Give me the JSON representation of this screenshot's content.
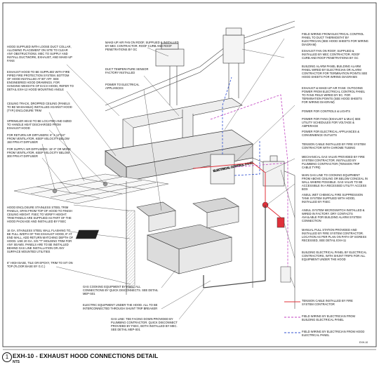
{
  "left_notes": [
    "HOOD SUPPLIED WITH LOOSE DUCT COLLAR, ALLOWING PLACEMENT ON SITE TO CLEAR ANY OBSTRUCTIONS. MEC TO SUPPLY AND INSTALL DUCTWORK, EXHAUST, AND MAKE-UP FANS",
    "EXHAUST HOOD TO BE SUPPLIED WITH FIRE PIPED FIRE PROTECTION SYSTEM. BOTTOM OF HOOD INSTALLED AT 80\" AFF. SEE ENGINEERED HOOD DRAWINGS. FOR HANGING WEIGHTS OF EACH HOOD, REFER TO DETAIL EXH-12 HOOD MOUNTING ANGLE",
    "CEILING TRACK, DROPPED CEILING (PANELS TO BE WASHABLE) INSTALLED AGAINST HOOD (TYP.) ENCLOSURE TRIM",
    "SPRINKLER HEAD TO BE LOCATED AND SIZED TO HANDLE HEAT DISCHARGED FROM EXHAUST HOOD",
    "FOR RETURN AIR DIFFUSERS: 6\" X 12\"/24\" FROM VENTILATOR, KEEP VELOCITY BELOW 150 FPM AT DIFFUSER",
    "FOR SUPPLY AIR DIFFUSERS: 15'-0\" OR MORE FROM VENTILATOR, KEEP VELOCITY BELOW 300 FPM AT DIFFUSER",
    "HOOD ENCLOSURE STAINLESS STEEL TRIM PANELS, SPAN FROM TOP OF HOOD TO FINISH CEILING HEIGHT. FSEC TO VERIFY HEIGHT. TRIM PANELS ARE SUPPLIED AS PART OF THE HOOD PACKAGE AND INSTALLED BY FSEC",
    "16 GA. STAINLESS STEEL WALL FLASHING TO BE FULL WIDTH OF THE EXHAUST HOOD, IF AT END WALL, ADD RETURN MATCHING DEPTH OF HOOD. USE 20 GA. S/S \"T\" MOLDING TRIM FOR ANY SEAMS. PANELS ARE TO BE INSTALLED BEHIND GAS LINE INSTALLATION OR ANY SURFACE MOUNTED UTILITIES",
    "6\" HIGH BASE, TILE OR EPOXY, TRIM TO SIT ON TOP (FLOOR BASE BY G.C.)"
  ],
  "top_notes": [
    "MAKE-UP AIR FAN ON ROOF, SUPPLIED & INSTALLED BY MEC CONTRACTOR. ROOF CURB AND ROOF PENETRATIONS BY GC",
    "DUCT TEMPERATURE SENSOR FACTORY INSTALLED",
    "POWER TO ELECTRICAL APPLIANCES"
  ],
  "right_notes": [
    "FIELD WIRING FROM ELECTRICAL CONTROL PANEL TO DUCT THERMOSTAT BY ELECTRICIAN (SEE HOOD SHEETS FOR WIRING DIAGRAM)",
    "EXHAUST FAN ON ROOF, SUPPLIED & INSTALLED BY MEC CONTRACTOR. ROOF CURB AND ROOF PENETRATIONS BY GC",
    "BUILDING ALARM PANEL BUILDING ALARM PANEL WIRED BY ELECTRICIAN OR ALARM CONTRACTOR FOR TERMINATION POINTS SEE HOOD SHEETS FOR WIRING DIAGRAMS",
    "EXHAUST & MAKE-UP AIR FANS: OUTGOING POWER FROM ELECTRICAL CONTROL PANEL TO FANS FIELD WIRED BY EC. FOR TERMINATION POINTS (SEE HOOD SHEETS FOR WIRING DIAGRAM)",
    "POWER FOR CONTROLS & LIGHTS",
    "POWER FOR FANS (EXHAUST & MUA) SEE UTILITY SCHEDULES FOR VOLTAGE & AMPERAGE",
    "POWER FOR ELECTRICAL APPLIANCES & CONVENIENCE OUTLETS",
    "TENSION CABLE INSTALLED BY FIRE SYSTEM CONTRACTOR WITH CHROME TUBING",
    "MECHANICAL GAS VALVE PROVIDED BY FIRE SYSTEM CONTRACTOR. INSTALLED BY PLUMBING CONTRACTOR (TENSION TRIP CABLE TYPE)",
    "MAIN GAS LINE TO COOKING EQUIPMENT FROM ABOVE CEILING OR BELOW CONCEAL IN WALL WHERE POSSIBLE. GAS VALVE TO BE ACCESSIBLE IN A RECESSED UTILITY ACCESS BOX",
    "ANSUL WET CHEMICAL FIRE SUPPRESSION TANK SYSTEM SUPPLIED WITH HOOD, INSTALLED BY FSEC",
    "ANSUL SYSTEM MICROSWITCH INSTALLED & WIRED IN FACTORY. DRY CONTACTS AVAILABLE FOR BUILDING ALARM SYSTEM CONNECTION",
    "MANUAL PULL STATION PROVIDED AND INSTALLED BY FIRE SYSTEM CONTRACTOR. LOCATION AS PER PLAN ON PATH OF EGRESS RECESSED, SEE DETAIL EXH-11",
    "BUILDING ELECTRICAL PANEL BY ELECTRICAL CONTRACTORS, WITH SHUNT TRIPS FOR ALL EQUIPMENT UNDER THE HOOD"
  ],
  "diagram_labels": {
    "control_panel": "ELECTRICAL CONTROL PANEL"
  },
  "bottom_notes": [
    "GAS COOKING EQUIPMENT BY FSEC. ALL CONNECTIONS BY QUICK DISCONNECTS. SEE DETAIL MEP-S01",
    "ELECTRIC EQUIPMENT UNDER THE HOOD. ALL TO BE INTERCONNECTED THROUGH SHUNT TRIP BREAKER",
    "GAS LINE: TEE FACING DOWN PROVIDED BY PLUMBING CONTRACTOR. QUICK DISCONNECT PROVIDED BY FSEC, BOTH INSTALLED BY MEC. SEE DETAIL MEP-S01"
  ],
  "legend": [
    {
      "label": "TENSION CABLE INSTALLED BY FIRE SYSTEM CONTRACTOR",
      "color": "#e0303a",
      "style": "solid"
    },
    {
      "label": "FIELD WIRING BY ELECTRICIAN FROM BUILDING ELECTRICAL PANEL",
      "color": "#c040c0",
      "style": "dashed"
    },
    {
      "label": "FIELD WIRING BY ELECTRICIAN FROM HOOD ELECTRICAL PANEL",
      "color": "#3050d0",
      "style": "dashed"
    }
  ],
  "title_block": {
    "detail_number": "1",
    "title": "EXH-10 - EXHAUST HOOD CONNECTIONS DETAIL",
    "scale": "NTS",
    "sheet_ref": "EXH-10"
  },
  "colors": {
    "linework": "#333333",
    "tension_cable": "#e0303a",
    "building_wiring": "#c040c0",
    "hood_wiring": "#3050d0"
  }
}
